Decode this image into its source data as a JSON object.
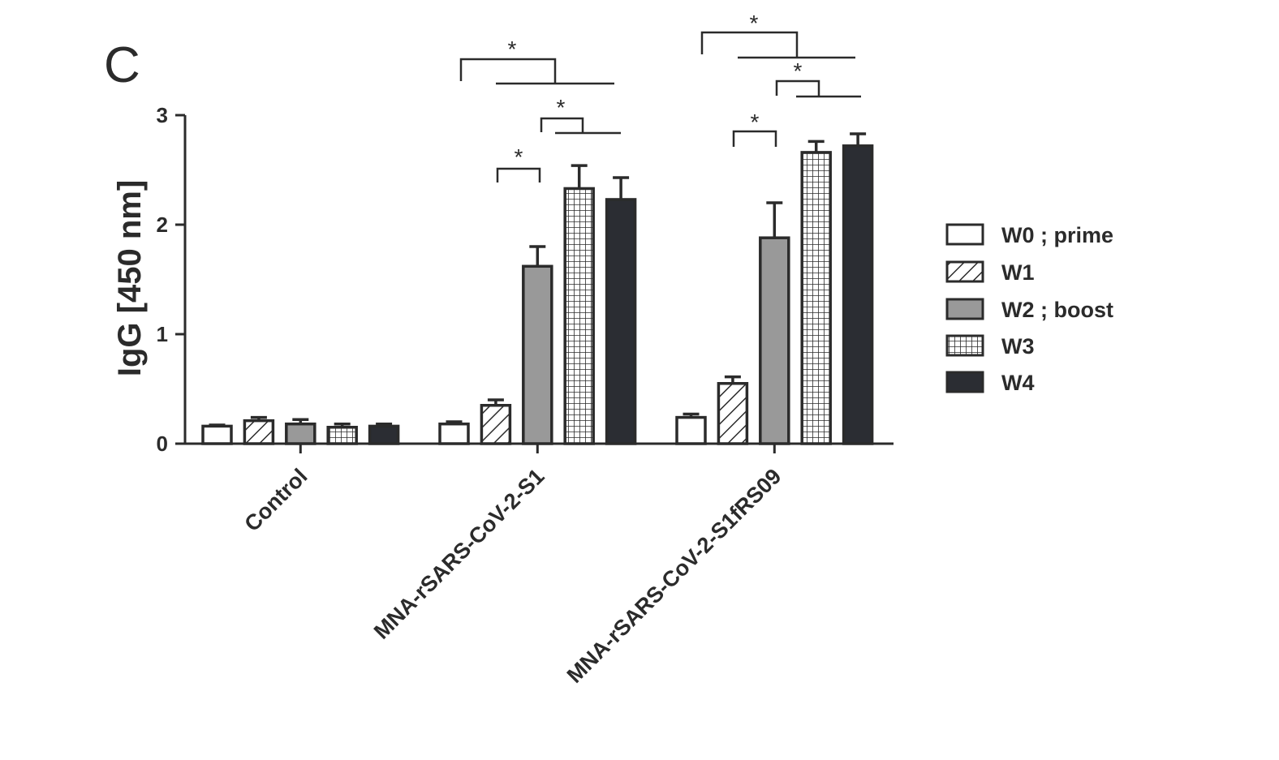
{
  "panel_label": "C",
  "chart_data": {
    "type": "bar",
    "ylabel": "IgG [450 nm]",
    "xlabel": "",
    "ylim": [
      0,
      3
    ],
    "yticks": [
      "0",
      "1",
      "2",
      "3"
    ],
    "categories": [
      "Control",
      "MNA-rSARS-CoV-2-S1",
      "MNA-rSARS-CoV-2-S1fRS09"
    ],
    "series": [
      {
        "name": "W0 ; prime",
        "pattern": "white",
        "values": [
          0.16,
          0.18,
          0.24
        ],
        "errors": [
          0.01,
          0.02,
          0.03
        ]
      },
      {
        "name": "W1",
        "pattern": "hatch",
        "values": [
          0.21,
          0.35,
          0.55
        ],
        "errors": [
          0.03,
          0.05,
          0.06
        ]
      },
      {
        "name": "W2 ; boost",
        "pattern": "gray",
        "values": [
          0.18,
          1.62,
          1.88
        ],
        "errors": [
          0.04,
          0.18,
          0.32
        ]
      },
      {
        "name": "W3",
        "pattern": "grid",
        "values": [
          0.15,
          2.33,
          2.66
        ],
        "errors": [
          0.03,
          0.21,
          0.1
        ]
      },
      {
        "name": "W4",
        "pattern": "dark",
        "values": [
          0.16,
          2.23,
          2.72
        ],
        "errors": [
          0.02,
          0.2,
          0.11
        ]
      }
    ],
    "significance_label": "*",
    "legend_position": "right",
    "colors": {
      "axis": "#2b2b2b",
      "gray_fill": "#999999",
      "dark_fill": "#2b2d33",
      "white_fill": "#ffffff"
    }
  }
}
